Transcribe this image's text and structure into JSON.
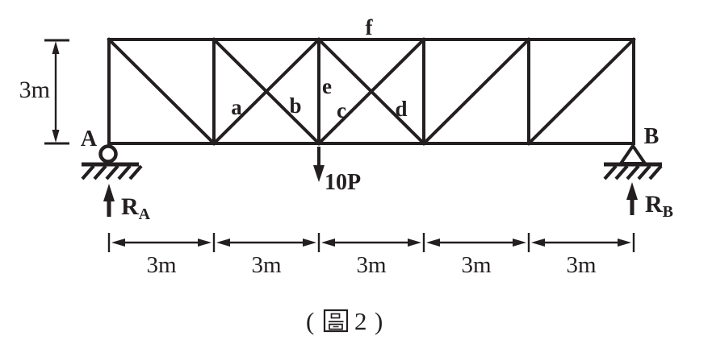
{
  "diagram": {
    "caption": {
      "full_text": "（圖 2）",
      "open": "(",
      "figure_char": "圖",
      "number": "2",
      "close": ")"
    },
    "height_dimension_label": "3m",
    "span_labels": [
      "3m",
      "3m",
      "3m",
      "3m",
      "3m"
    ],
    "load": {
      "label": "10P",
      "direction": "down"
    },
    "node_labels": {
      "left": "A",
      "right": "B"
    },
    "reactions": {
      "left": {
        "symbol": "R",
        "subscript": "A",
        "direction": "up"
      },
      "right": {
        "symbol": "R",
        "subscript": "B",
        "direction": "up"
      }
    },
    "member_labels": {
      "a": "a",
      "b": "b",
      "c": "c",
      "d": "d",
      "e": "e",
      "f": "f"
    },
    "structure": {
      "type": "planar truss, simply supported",
      "panels": 5,
      "panel_length_m": 3,
      "height_m": 3,
      "left_support": "roller",
      "right_support": "pin",
      "load_location": "center bottom-chord node",
      "panel_diagonals": [
        "down-right",
        "X",
        "X",
        "up-right",
        "up-right"
      ]
    }
  },
  "colors": {
    "ink": "#231f20",
    "background": "#ffffff"
  }
}
